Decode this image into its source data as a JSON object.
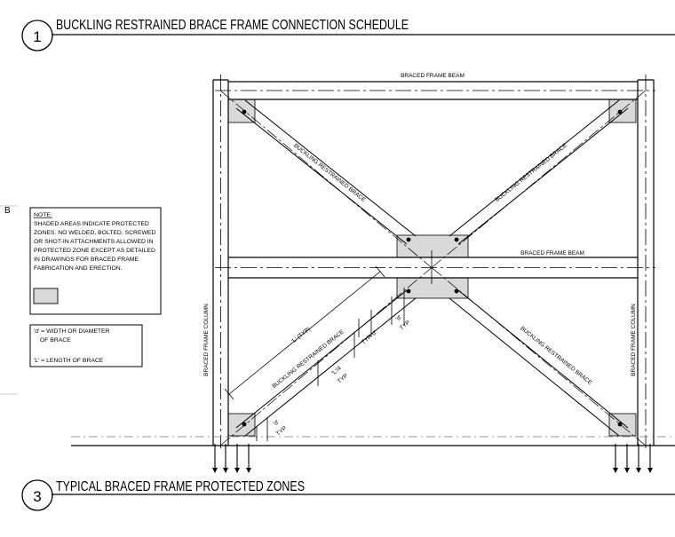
{
  "detail_1": {
    "number": "1",
    "title": "BUCKLING RESTRAINED BRACE FRAME CONNECTION SCHEDULE"
  },
  "grid_mark": "B",
  "detail_3": {
    "number": "3",
    "title": "TYPICAL BRACED FRAME PROTECTED ZONES"
  },
  "frame": {
    "beam_top_label": "BRACED FRAME BEAM",
    "beam_mid_label": "BRACED FRAME BEAM",
    "column_left_label": "BRACED FRAME COLUMN",
    "column_right_label": "BRACED FRAME COLUMN",
    "brace_upper_left_label": "BUCKLING RESTRAINED BRACE",
    "brace_upper_right_label": "BUCKLING RESTRAINED BRACE",
    "brace_lower_left_label": "BUCKLING RESTRAINED BRACE",
    "brace_lower_right_label": "BUCKLING RESTRAINED BRACE"
  },
  "dimensions": {
    "length_label": "'L' (TYP)",
    "quarter_length_label": "'L'/4",
    "quarter_length_typ": "TYP",
    "d_label_lower": "'d'",
    "d_typ_lower": "TYP",
    "d_label_mid_a": "'d'",
    "d_typ_mid_a": "TYP",
    "d_label_mid_b": "'d'",
    "d_typ_mid_b": "TYP"
  },
  "note_box": {
    "heading": "NOTE:",
    "lines": [
      "SHADED AREAS INDICATE PROTECTED",
      "ZONES. NO WELDED, BOLTED, SCREWED",
      "OR SHOT-IN ATTACHMENTS ALLOWED IN",
      "PROTECTED ZONE EXCEPT AS DETAILED",
      "IN DRAWINGS FOR BRACED FRAME",
      "FABRICATION AND ERECTION."
    ]
  },
  "legend_box": {
    "lines": [
      "'d' = WIDTH OR DIAMETER",
      "OF BRACE",
      "",
      "'L' = LENGTH OF BRACE"
    ]
  },
  "colors": {
    "line": "#000000",
    "hatch_fill": "#d9d9d9",
    "paper": "#ffffff"
  }
}
